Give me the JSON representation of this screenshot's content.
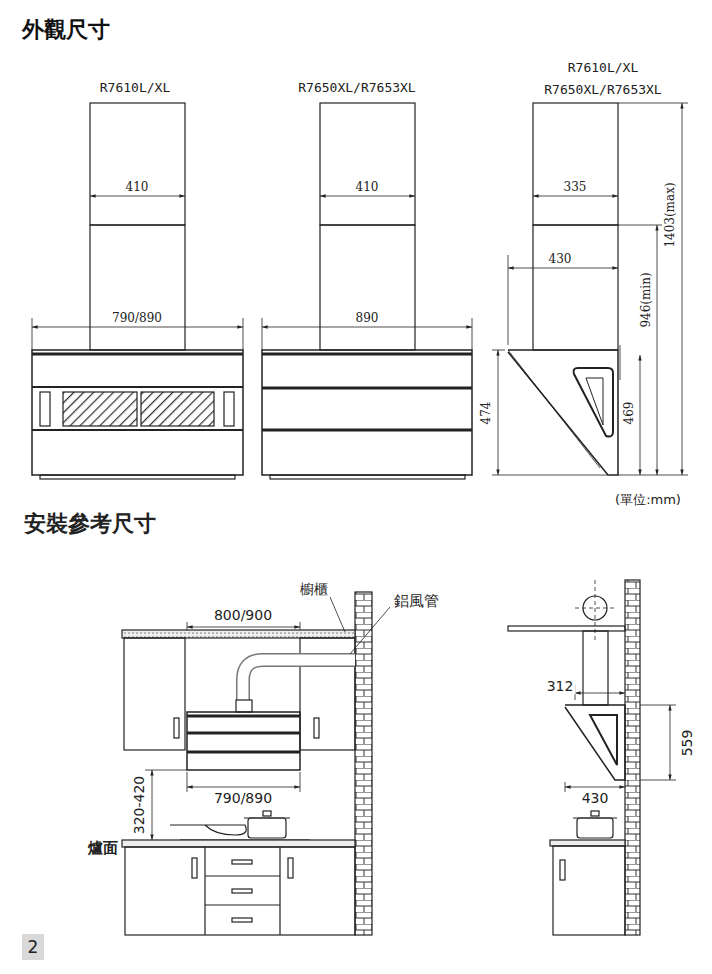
{
  "diagram": {
    "title": "外觀尺寸",
    "nodes": [
      {
        "text": [
          "2"
        ]
      }
    ],
    "labels": [
      "安裝參考尺寸",
      "R7610L/XL",
      "R7650XL/R7653XL",
      "R7610L/XL",
      "R7650XL/R7653XL",
      "410",
      "790/890",
      "410",
      "890",
      "335",
      "430",
      "946(min)",
      "1403(max)",
      "474",
      "469",
      "(單位:mm)",
      "櫥櫃",
      "鋁風管",
      "800/900",
      "790/890",
      "320-420",
      "爐面",
      "312",
      "559",
      "430"
    ]
  }
}
